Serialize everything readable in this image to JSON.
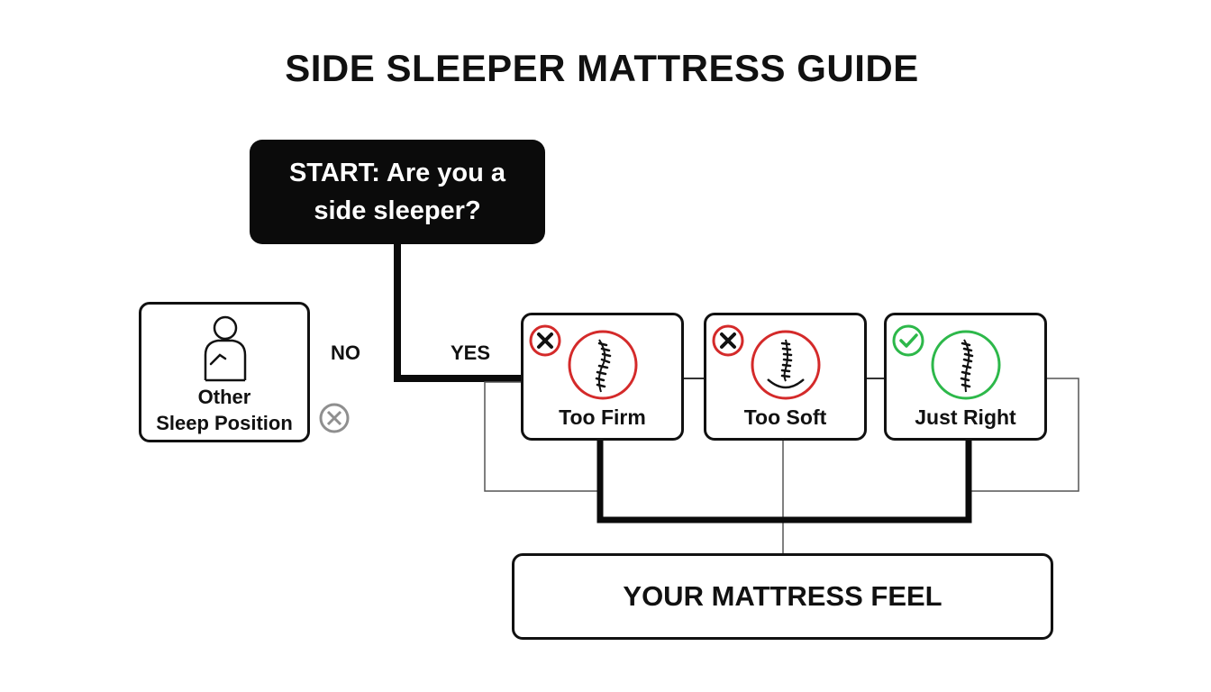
{
  "title": "SIDE SLEEPER MATTRESS GUIDE",
  "start": {
    "label": "START: Are you a side sleeper?"
  },
  "branches": {
    "no_label": "NO",
    "yes_label": "YES"
  },
  "other": {
    "line1": "Other",
    "line2": "Sleep Position",
    "icon": "person-icon",
    "status_icon": "circle-x-icon"
  },
  "options": [
    {
      "label": "Too Firm",
      "status": "bad",
      "badge_icon": "x-icon",
      "icon": "spine-icon",
      "color": "#d42a2a"
    },
    {
      "label": "Too Soft",
      "status": "bad",
      "badge_icon": "x-icon",
      "icon": "spine-sag-icon",
      "color": "#d42a2a"
    },
    {
      "label": "Just Right",
      "status": "good",
      "badge_icon": "check-icon",
      "icon": "spine-icon",
      "color": "#2db84a"
    }
  ],
  "result": {
    "label": "YOUR MATTRESS FEEL"
  },
  "colors": {
    "bad": "#d42a2a",
    "good": "#2db84a",
    "ink": "#111111",
    "neutral": "#8f8f8f"
  }
}
